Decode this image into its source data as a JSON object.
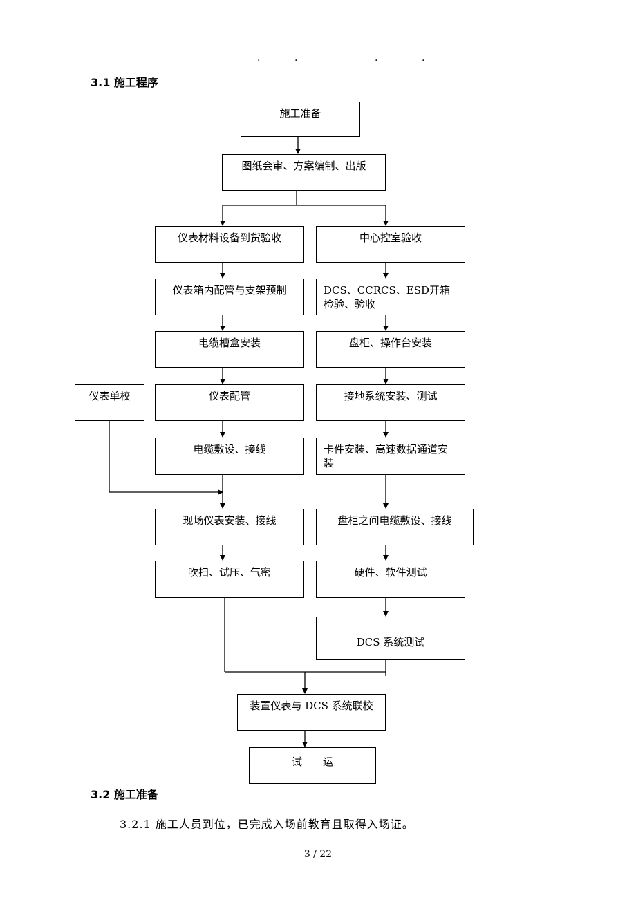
{
  "header_dots": [
    ".",
    ".",
    ".",
    "."
  ],
  "section_3_1": {
    "title": "3.1 施工程序"
  },
  "flowchart": {
    "prep": "施工准备",
    "review": "图纸会审、方案编制、出版",
    "left": {
      "materials": "仪表材料设备到货验收",
      "box_piping": "仪表箱内配管与支架预制",
      "tray": "电缆槽盒安装",
      "piping": "仪表配管",
      "cabling": "电缆敷设、接线",
      "field_install": "现场仪表安装、接线",
      "purge": "吹扫、试压、气密"
    },
    "calibration": "仪表单校",
    "right": {
      "control_room": "中心控室验收",
      "dcs_inspection": "DCS、CCRCS、ESD开箱检验、验收",
      "cabinet": "盘柜、操作台安装",
      "grounding": "接地系统安装、测试",
      "card_install": "卡件安装、高速数据通道安装",
      "cabinet_cabling": "盘柜之间电缆敷设、接线",
      "hw_sw_test": "硬件、软件测试",
      "dcs_test": "DCS 系统测试"
    },
    "joint_calibration": "装置仪表与 DCS 系统联校",
    "trial_run": "试　　运"
  },
  "section_3_2": {
    "title": "3.2  施工准备",
    "item_3_2_1": "3.2.1 施工人员到位，已完成入场前教育且取得入场证。"
  },
  "page_number": "3 / 22"
}
